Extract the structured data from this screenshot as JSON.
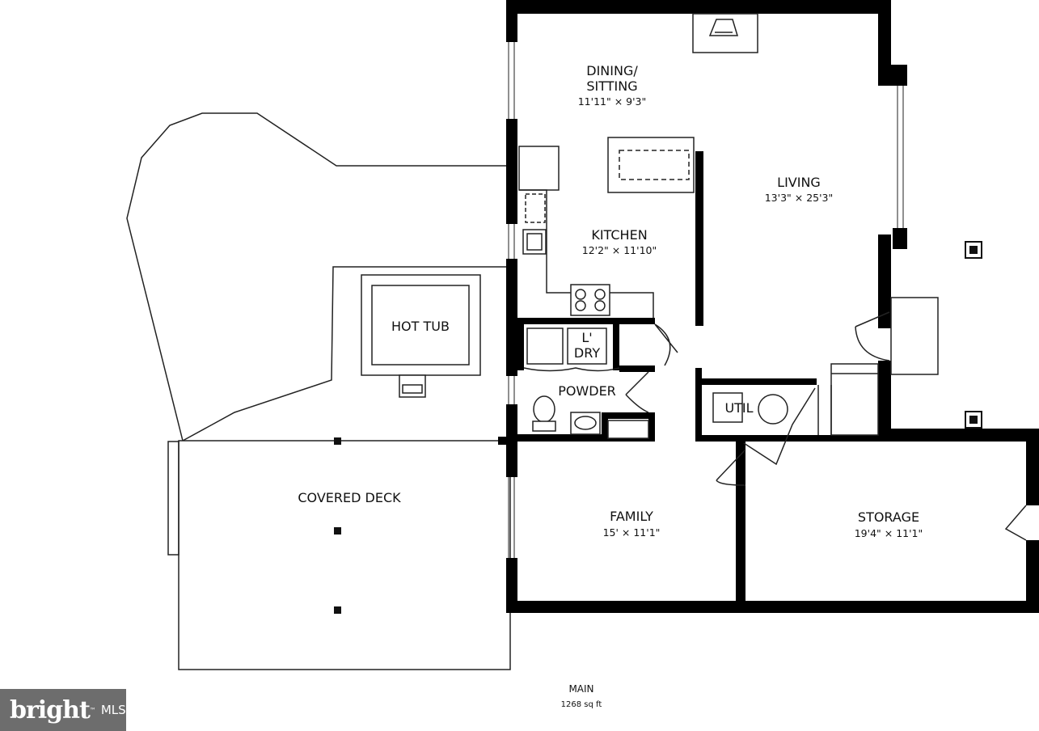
{
  "plan": {
    "level_name": "MAIN",
    "area": "1268 sq ft",
    "rooms": {
      "dining": {
        "name_line1": "DINING/",
        "name_line2": "SITTING",
        "dims": "11'11\" × 9'3\""
      },
      "living": {
        "name": "LIVING",
        "dims": "13'3\" × 25'3\""
      },
      "kitchen": {
        "name": "KITCHEN",
        "dims": "12'2\" × 11'10\""
      },
      "hot_tub": {
        "name": "HOT TUB"
      },
      "laundry": {
        "name_line1": "L'",
        "name_line2": "DRY"
      },
      "powder": {
        "name": "POWDER"
      },
      "util": {
        "name": "UTIL"
      },
      "covered_deck": {
        "name": "COVERED DECK"
      },
      "family": {
        "name": "FAMILY",
        "dims": "15' × 11'1\""
      },
      "storage": {
        "name": "STORAGE",
        "dims": "19'4\" × 11'1\""
      }
    }
  },
  "branding": {
    "logo_text": "bright",
    "logo_tm": "™",
    "logo_suffix": "MLS"
  }
}
